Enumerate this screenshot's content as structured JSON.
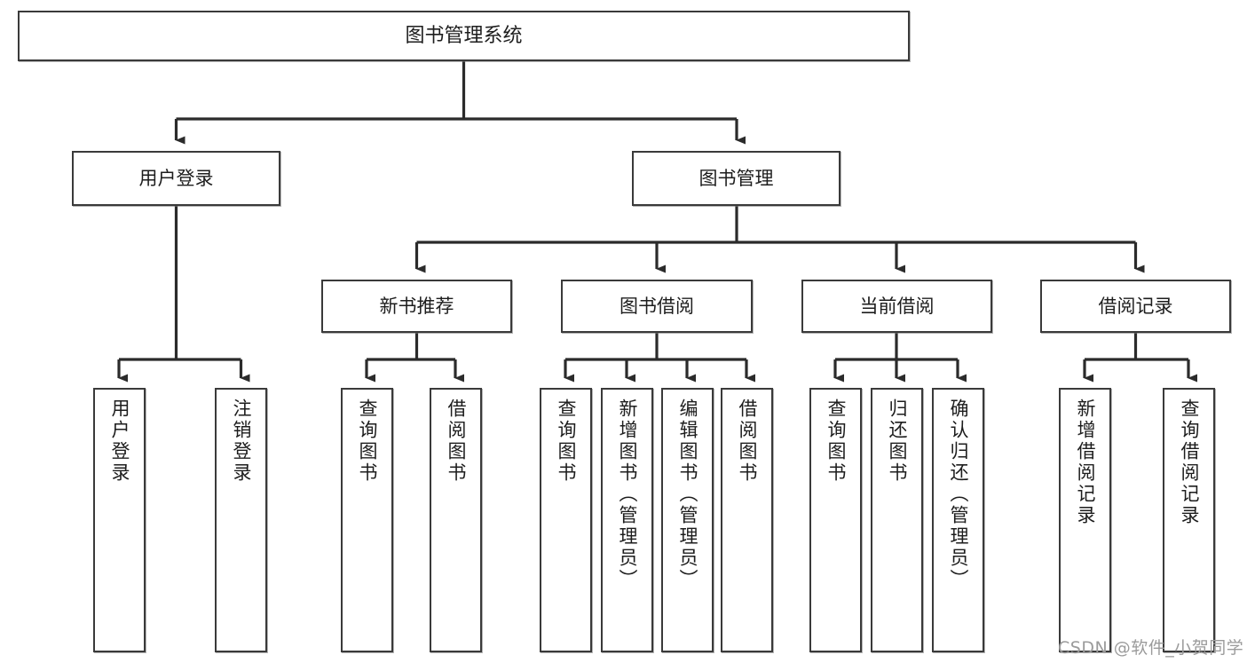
{
  "diagram": {
    "type": "tree",
    "title": "图书管理系统",
    "root": {
      "label": "图书管理系统"
    },
    "level2": [
      {
        "label": "用户登录"
      },
      {
        "label": "图书管理"
      }
    ],
    "level3": [
      {
        "label": "新书推荐"
      },
      {
        "label": "图书借阅"
      },
      {
        "label": "当前借阅"
      },
      {
        "label": "借阅记录"
      }
    ],
    "leaves": {
      "user_login": [
        {
          "label": "用户登录"
        },
        {
          "label": "注销登录"
        }
      ],
      "new_book_recommend": [
        {
          "label": "查询图书"
        },
        {
          "label": "借阅图书"
        }
      ],
      "book_borrow": [
        {
          "label": "查询图书"
        },
        {
          "label": "新增图书（管理员）"
        },
        {
          "label": "编辑图书（管理员）"
        },
        {
          "label": "借阅图书"
        }
      ],
      "current_borrow": [
        {
          "label": "查询图书"
        },
        {
          "label": "归还图书"
        },
        {
          "label": "确认归还（管理员）"
        }
      ],
      "borrow_record": [
        {
          "label": "新增借阅记录"
        },
        {
          "label": "查询借阅记录"
        }
      ]
    }
  },
  "watermark": {
    "text": "CSDN @软件_小贺同学"
  },
  "colors": {
    "box_border": "#3a3a3a",
    "box_fill": "#ffffff",
    "edge": "#2b2b2b",
    "text": "#1d1d1d",
    "watermark": "#9b9b9b"
  }
}
